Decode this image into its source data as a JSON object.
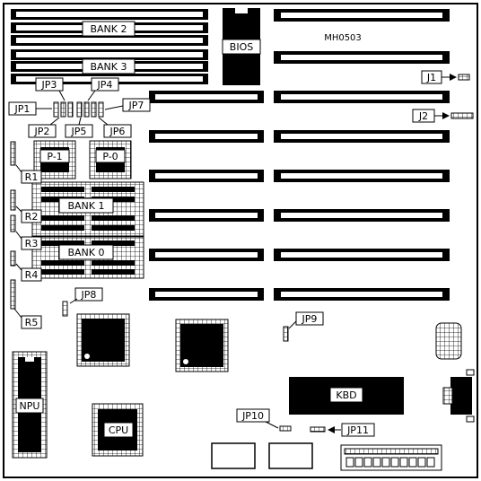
{
  "board_id": "MH0503",
  "chips": {
    "bios": "BIOS",
    "npu": "NPU",
    "cpu": "CPU",
    "kbd": "KBD"
  },
  "memory": {
    "bank0": "BANK 0",
    "bank1": "BANK 1",
    "bank2": "BANK 2",
    "bank3": "BANK 3"
  },
  "parity": {
    "p0": "P-0",
    "p1": "P-1"
  },
  "jumpers": {
    "jp1": "JP1",
    "jp2": "JP2",
    "jp3": "JP3",
    "jp4": "JP4",
    "jp5": "JP5",
    "jp6": "JP6",
    "jp7": "JP7",
    "jp8": "JP8",
    "jp9": "JP9",
    "jp10": "JP10",
    "jp11": "JP11"
  },
  "connectors": {
    "j1": "J1",
    "j2": "J2"
  },
  "resistors": {
    "r1": "R1",
    "r2": "R2",
    "r3": "R3",
    "r4": "R4",
    "r5": "R5"
  }
}
